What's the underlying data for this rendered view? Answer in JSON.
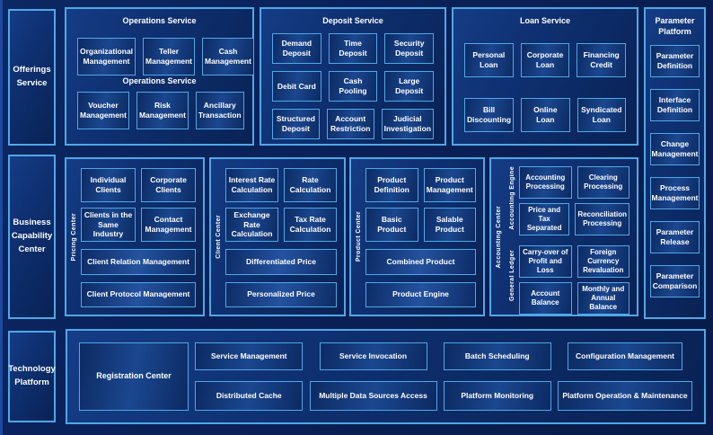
{
  "palette": {
    "page_bg": "#0a2158",
    "panel_bg": "#0e2f6f",
    "box_bg": "#0c2a62",
    "border": "#4fa8e8",
    "text": "#ffffff"
  },
  "sidebar": {
    "offerings": "Offerings Service",
    "business": "Business Capability Center",
    "technology": "Technology Platform"
  },
  "operations": {
    "title": "Operations Service",
    "subtitle": "Operations Service",
    "boxes": [
      "Organizational Management",
      "Teller Management",
      "Cash Management",
      "Voucher Management",
      "Risk Management",
      "Ancillary Transaction"
    ]
  },
  "deposit": {
    "title": "Deposit Service",
    "boxes": [
      "Demand Deposit",
      "Time Deposit",
      "Security Deposit",
      "Debit Card",
      "Cash Pooling",
      "Large Deposit",
      "Structured Deposit",
      "Account Restriction",
      "Judicial Investigation"
    ]
  },
  "loan": {
    "title": "Loan Service",
    "boxes": [
      "Personal Loan",
      "Corporate Loan",
      "Financing Credit",
      "Bill Discounting",
      "Online Loan",
      "Syndicated Loan"
    ]
  },
  "parameter": {
    "title": "Parameter Platform",
    "boxes": [
      "Parameter Definition",
      "Interface Definition",
      "Change Management",
      "Process Management",
      "Parameter Release",
      "Parameter Comparison"
    ]
  },
  "pricing_center": {
    "label": "Pricing Center",
    "small": [
      "Individual Clients",
      "Corporate Clients",
      "Clients in the Same Industry",
      "Contact Management"
    ],
    "wide": [
      "Client Relation Management",
      "Client Protocol Management"
    ]
  },
  "client_center": {
    "label": "Client Center",
    "small": [
      "Interest Rate Calculation",
      "Rate Calculation",
      "Exchange Rate Calculation",
      "Tax Rate Calculation"
    ],
    "wide": [
      "Differentiated Price",
      "Personalized Price"
    ]
  },
  "product_center": {
    "label": "Product Center",
    "small": [
      "Product Definition",
      "Product Management",
      "Basic Product",
      "Salable Product"
    ],
    "wide": [
      "Combined Product",
      "Product Engine"
    ]
  },
  "accounting_center": {
    "label": "Accounting Center",
    "engine": {
      "label": "Accounting Engine",
      "boxes": [
        "Accounting Processing",
        "Clearing Processing",
        "Price and Tax Separated",
        "Reconciliation Processing"
      ]
    },
    "ledger": {
      "label": "General Ledger",
      "boxes": [
        "Carry-over of Profit and Loss",
        "Foreign Currency Revaluation",
        "Account Balance",
        "Monthly and Annual Balance"
      ]
    }
  },
  "technology": {
    "registration": "Registration Center",
    "boxes": [
      "Service Management",
      "Distributed Cache",
      "Service Invocation",
      "Multiple Data Sources Access",
      "Batch Scheduling",
      "Platform Monitoring",
      "Configuration Management",
      "Platform Operation & Maintenance"
    ]
  }
}
